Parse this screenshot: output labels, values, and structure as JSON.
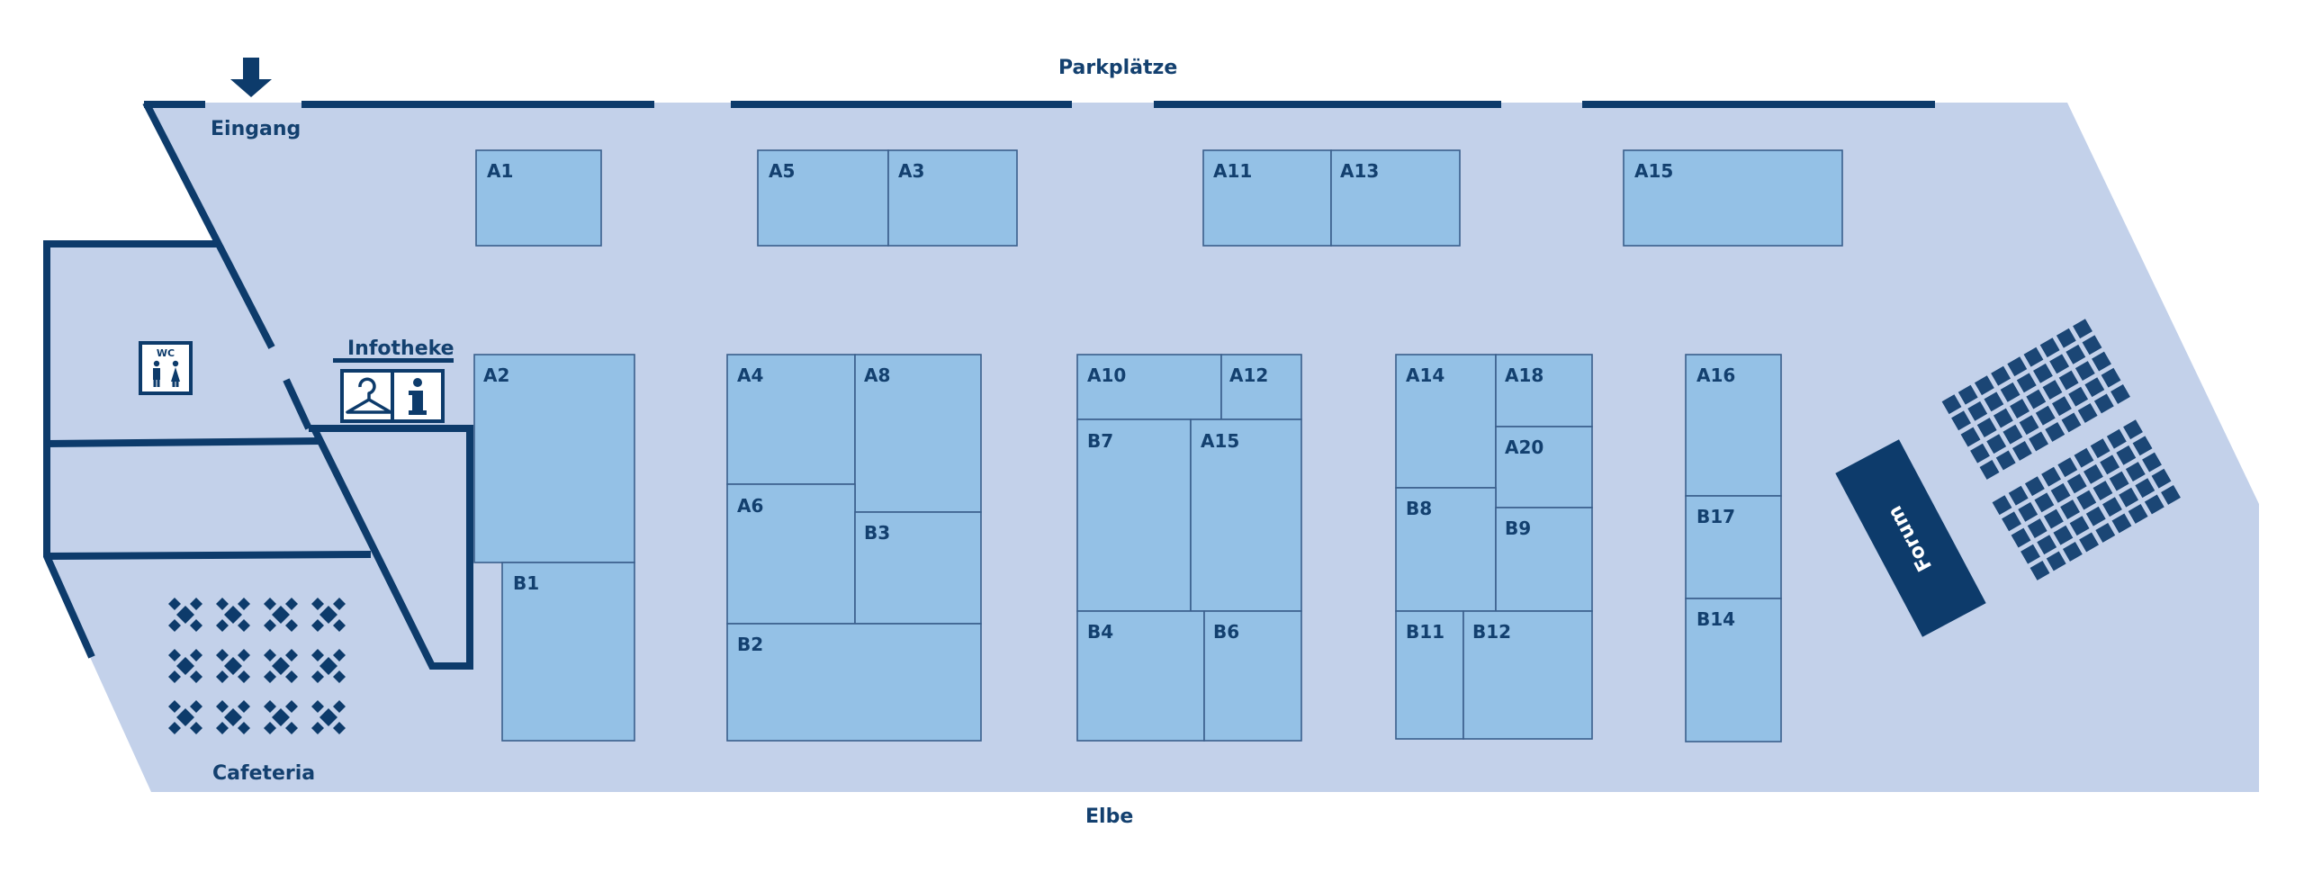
{
  "map": {
    "labels": {
      "parking": "Parkplätze",
      "entrance": "Eingang",
      "info_desk": "Infotheke",
      "cafeteria": "Cafeteria",
      "river": "Elbe",
      "forum": "Forum",
      "wc": "WC"
    },
    "icons": {
      "entrance": "arrow-down-icon",
      "wc": "restroom-icon",
      "cloakroom": "coat-hanger-icon",
      "info": "information-icon",
      "cafeteria": "table-chairs-icon",
      "seating": "seat-icon"
    },
    "colors": {
      "hall_floor": "#c3d1ea",
      "booth": "#94c1e6",
      "wall": "#0d3b6b",
      "label": "#13406f",
      "background": "#ffffff"
    },
    "booths": [
      "A1",
      "A2",
      "A3",
      "A4",
      "A5",
      "A6",
      "A8",
      "A10",
      "A11",
      "A12",
      "A13",
      "A14",
      "A15",
      "A15",
      "A16",
      "A18",
      "A20",
      "B1",
      "B2",
      "B3",
      "B4",
      "B6",
      "B7",
      "B8",
      "B9",
      "B11",
      "B12",
      "B14",
      "B17"
    ]
  }
}
